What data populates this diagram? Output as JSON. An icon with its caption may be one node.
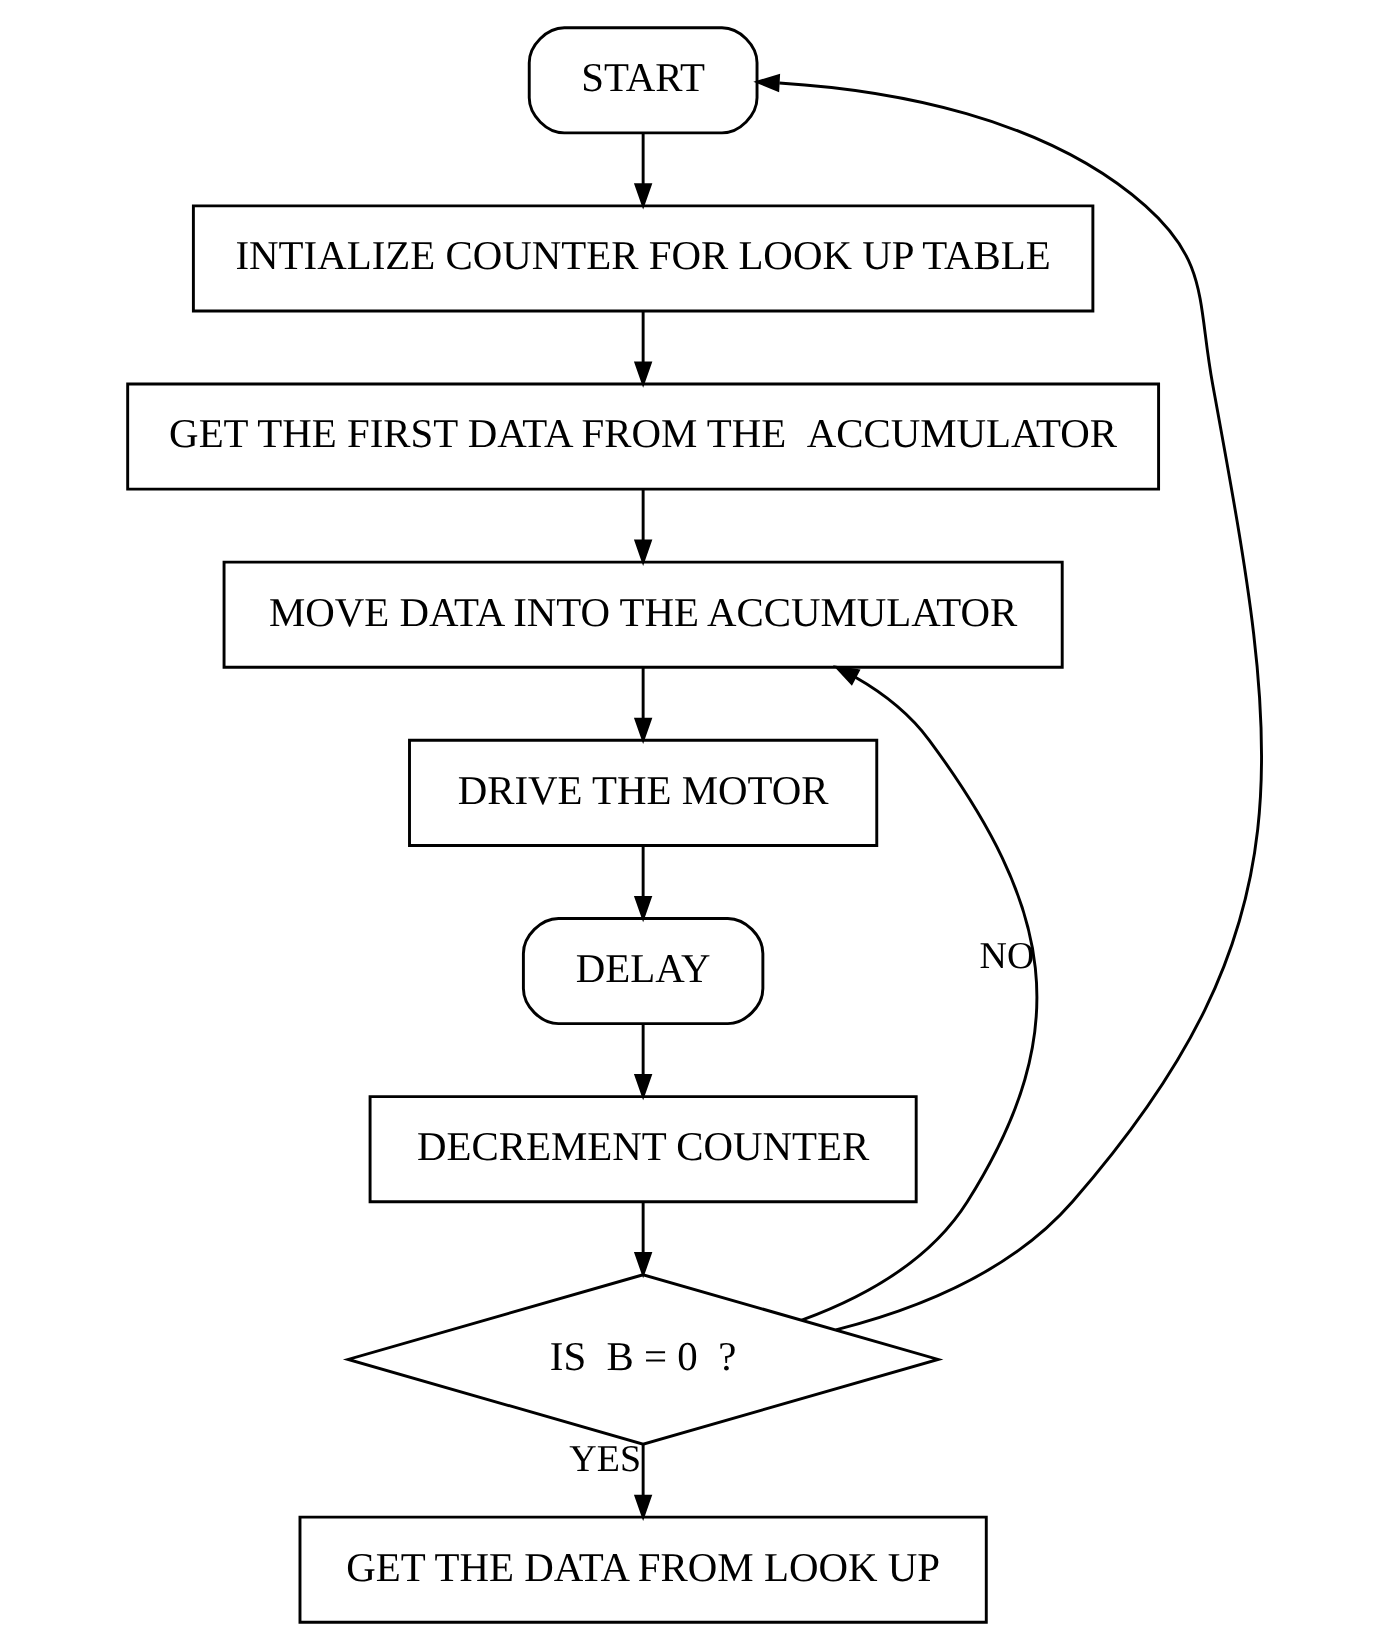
{
  "diagram": {
    "nodes": [
      {
        "text": [
          "START"
        ]
      },
      {
        "text": [
          "INTIALIZE COUNTER FOR LOOK UP TABLE"
        ]
      },
      {
        "text": [
          "GET THE FIRST DATA FROM THE  ACCUMULATOR"
        ]
      },
      {
        "text": [
          "MOVE DATA INTO THE ACCUMULATOR"
        ]
      },
      {
        "text": [
          "DRIVE THE MOTOR"
        ]
      },
      {
        "text": [
          "DELAY"
        ]
      },
      {
        "text": [
          "DECREMENT COUNTER"
        ]
      },
      {
        "text": [
          "IS  B = 0  ?"
        ]
      },
      {
        "text": [
          "GET THE DATA FROM LOOK UP"
        ]
      }
    ],
    "edges": [
      {
        "from": 0,
        "to": 1,
        "arrow": "to"
      },
      {
        "from": 1,
        "to": 2,
        "arrow": "to"
      },
      {
        "from": 2,
        "to": 3,
        "arrow": "to"
      },
      {
        "from": 3,
        "to": 4,
        "arrow": "to"
      },
      {
        "from": 4,
        "to": 5,
        "arrow": "to"
      },
      {
        "from": 5,
        "to": 6,
        "arrow": "to"
      },
      {
        "from": 6,
        "to": 7,
        "arrow": "to"
      },
      {
        "from": 7,
        "to": 3,
        "arrow": "to",
        "label": "NO"
      },
      {
        "from": 7,
        "to": 8,
        "arrow": "to",
        "label": "YES"
      },
      {
        "from": 7,
        "to": 0,
        "arrow": "to"
      }
    ]
  }
}
